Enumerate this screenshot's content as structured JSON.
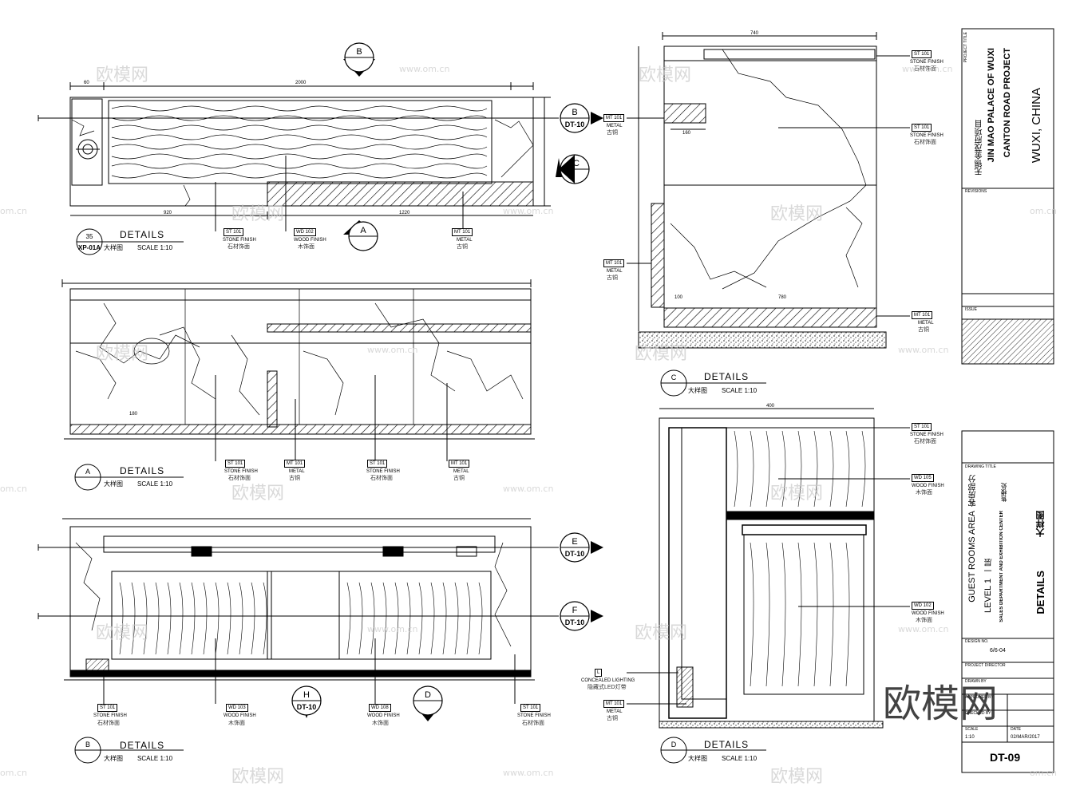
{
  "details": {
    "top_left": {
      "num": "35",
      "ref": "XP-01A",
      "title": "DETAILS",
      "zh": "大样图",
      "scale": "SCALE  1:10"
    },
    "middle_left": {
      "letter": "A",
      "title": "DETAILS",
      "zh": "大样图",
      "scale": "SCALE  1:10"
    },
    "bottom_left": {
      "letter": "B",
      "title": "DETAILS",
      "zh": "大样图",
      "scale": "SCALE  1:10"
    },
    "top_right": {
      "letter": "C",
      "title": "DETAILS",
      "zh": "大样图",
      "scale": "SCALE  1:10"
    },
    "bottom_right": {
      "letter": "D",
      "title": "DETAILS",
      "zh": "大样图",
      "scale": "SCALE  1:10"
    }
  },
  "section_markers": {
    "b_top": "B",
    "a_mid": "A",
    "c_right": "C",
    "b_dt": "B",
    "b_dt_ref": "DT-10",
    "e": "E",
    "e_ref": "DT-10",
    "f": "F",
    "f_ref": "DT-10",
    "h": "H",
    "h_ref": "DT-10",
    "d": "D"
  },
  "tags": {
    "st101": "ST  101",
    "wd102": "WD  102",
    "wd103": "WD  103",
    "wd108": "WD  108",
    "wd105": "WD  105",
    "wd101": "WD  102",
    "mt101": "MT  101",
    "l": "L"
  },
  "notes": {
    "stone": "STONE FINISH",
    "stone_zh": "石材饰面",
    "wood": "WOOD FINISH",
    "wood_zh": "木饰面",
    "metal": "METAL",
    "metal_zh": "古铜",
    "lighting": "CONCEALED LIGHTING",
    "lighting_zh": "隐藏式LED灯带"
  },
  "dims": {
    "d60": "60",
    "d180": "180",
    "d740": "740",
    "d1220": "1220",
    "d920": "920",
    "d2000": "2000",
    "d780": "780",
    "d100": "100",
    "d400": "400",
    "d160": "160"
  },
  "titleblock": {
    "project_title_label": "PROJECT TITLE",
    "project_zh": "无锡金茂府项目",
    "project_line1": "JIN MAO PALACE OF WUXI",
    "project_line2": "CANTON ROAD PROJECT",
    "project_city": "WUXI, CHINA",
    "revisions": "REVISIONS",
    "issue": "ISSUE",
    "drawing_title_label": "DRAWING TITLE",
    "area": "GUEST ROOMS AREA",
    "area_zh": "客房部分",
    "level": "LEVEL 1",
    "level_zh": "一层",
    "sales": "SALES DEPARTMENT AND EXHIBITION CENTER",
    "sales_zh": "售楼处",
    "details": "DETAILS",
    "details_zh": "大样图",
    "design_no_label": "DESIGN NO.",
    "design_no": "6/6-04",
    "project_director": "PROJECT DIRECTOR",
    "drawn_by": "DRAWN BY",
    "approved": "APPROVED BY",
    "checked": "CHECKED BY",
    "date": "DATE",
    "date_value": "02/MAR/2017",
    "scale": "SCALE",
    "scale_value": "1:10",
    "sheet_no": "DT-09"
  },
  "watermarks": {
    "brand": "欧模网",
    "url": "www.om.cn",
    "url_short": "om.cn"
  }
}
